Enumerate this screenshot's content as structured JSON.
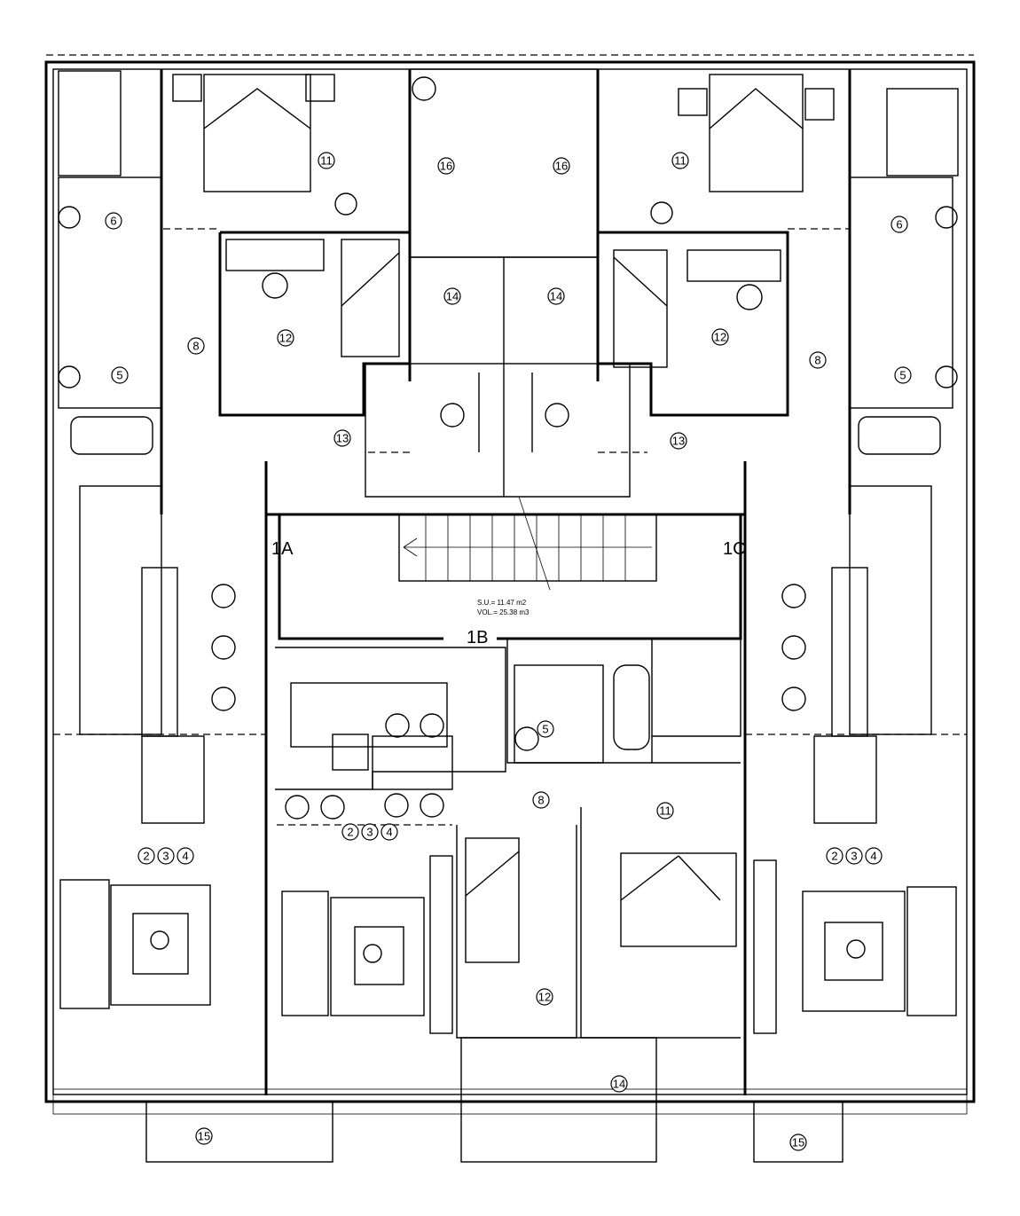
{
  "units": {
    "a": "1A",
    "b": "1B",
    "c": "1C"
  },
  "stair_area": {
    "su": "S.U.= 11.47 m2",
    "vol": "VOL.= 25.38 m3"
  },
  "rooms": [
    "11",
    "12",
    "6",
    "5",
    "8",
    "13",
    "16",
    "14",
    "2",
    "3",
    "4",
    "11",
    "12",
    "6",
    "5",
    "8",
    "13",
    "16",
    "14",
    "2",
    "3",
    "4",
    "5",
    "8",
    "11",
    "12",
    "2",
    "3",
    "4",
    "14",
    "15",
    "15"
  ]
}
